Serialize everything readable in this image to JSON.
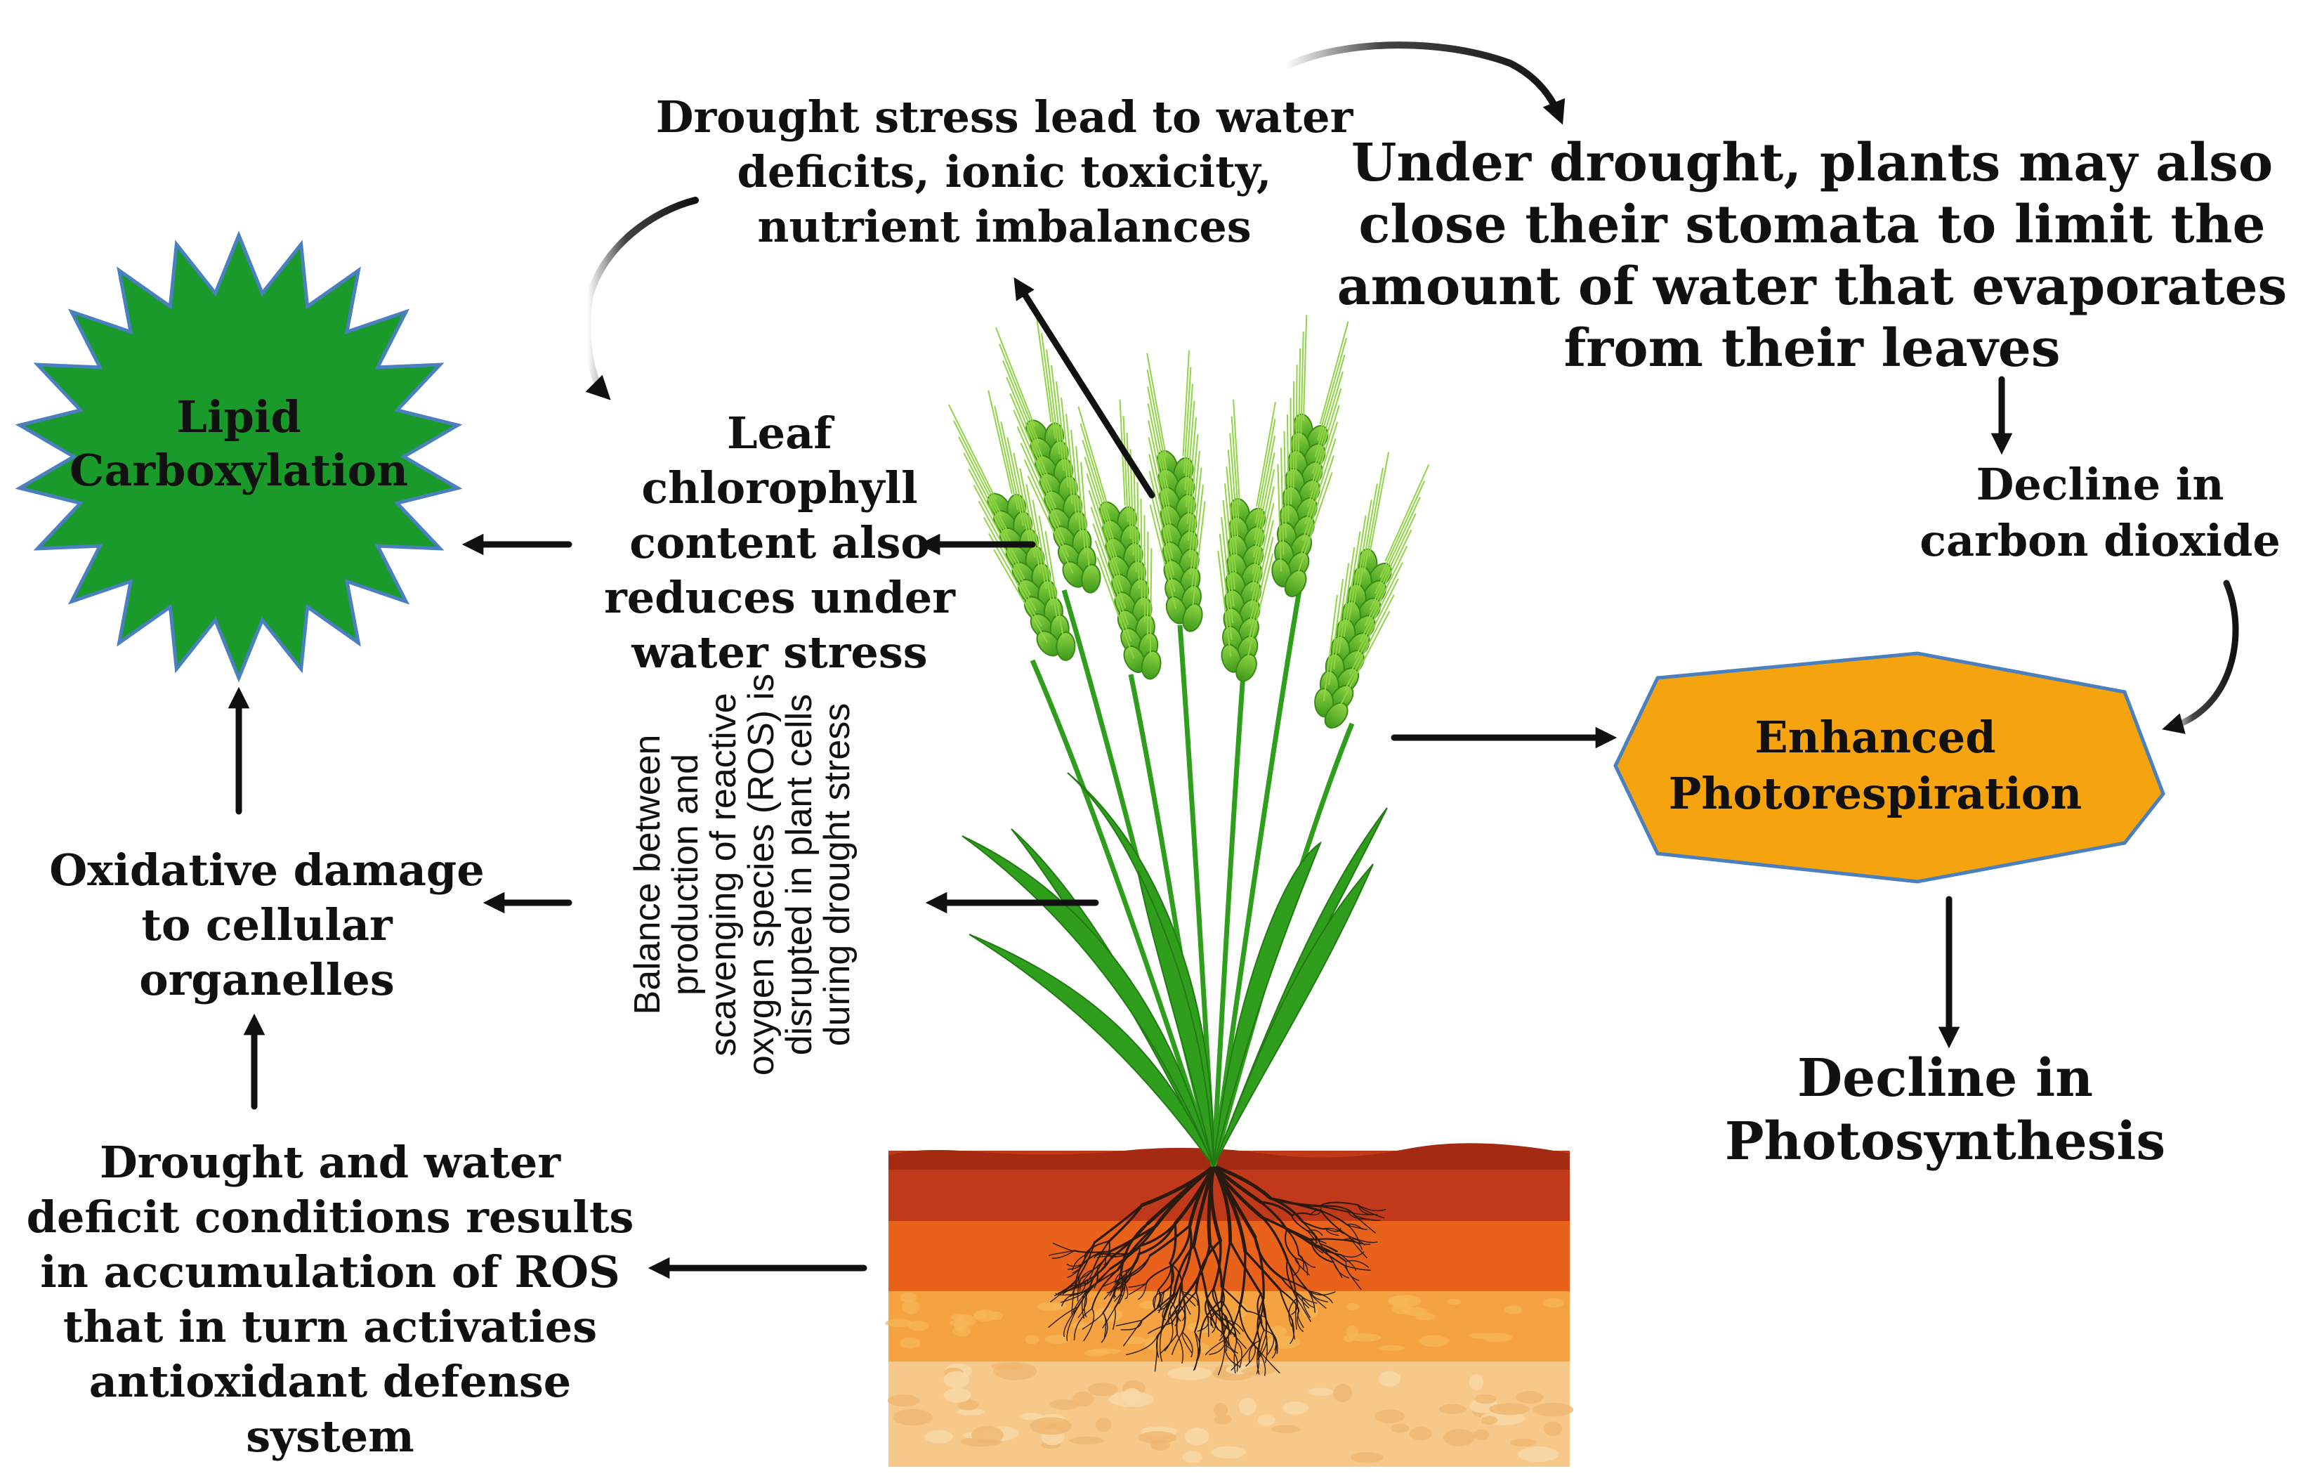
{
  "nodes": {
    "drought_stress": "Drought stress lead to water\ndeficits, ionic toxicity,\nnutrient imbalances",
    "stomata": "Under drought, plants may also\nclose their stomata to limit the\namount of water that evaporates\nfrom their leaves",
    "leaf_chlorophyll": "Leaf\nchlorophyll\ncontent also\nreduces under\nwater stress",
    "decline_co2": "Decline in\ncarbon dioxide",
    "lipid": "Lipid\nCarboxylation",
    "enhanced": "Enhanced\nPhotorespiration",
    "balance": "Balance between\nproduction and\nscavenging of reactive\noxygen species (ROS) is\ndisrupted in plant cells\nduring drought stress",
    "oxidative": "Oxidative damage\nto cellular\norganelles",
    "ros_accumulation": "Drought and water\ndeficit conditions results\nin accumulation of ROS\nthat in turn activaties\nantioxidant defense\nsystem",
    "decline_photosynthesis": "Decline in Photosynthesis"
  },
  "colors": {
    "star_fill": "#1a9a2a",
    "star_stroke": "#4a7fc0",
    "octagon_fill": "#f5a40f",
    "octagon_stroke": "#4a7fc0",
    "arrow": "#111111",
    "wheat_green": "#4caf1e",
    "leaf_green": "#2e9e1c",
    "soil_top": "#c0391a",
    "soil_mid": "#e8621c",
    "soil_low": "#f4a340",
    "soil_bottom": "#f6c98a",
    "roots": "#2a1a10"
  }
}
